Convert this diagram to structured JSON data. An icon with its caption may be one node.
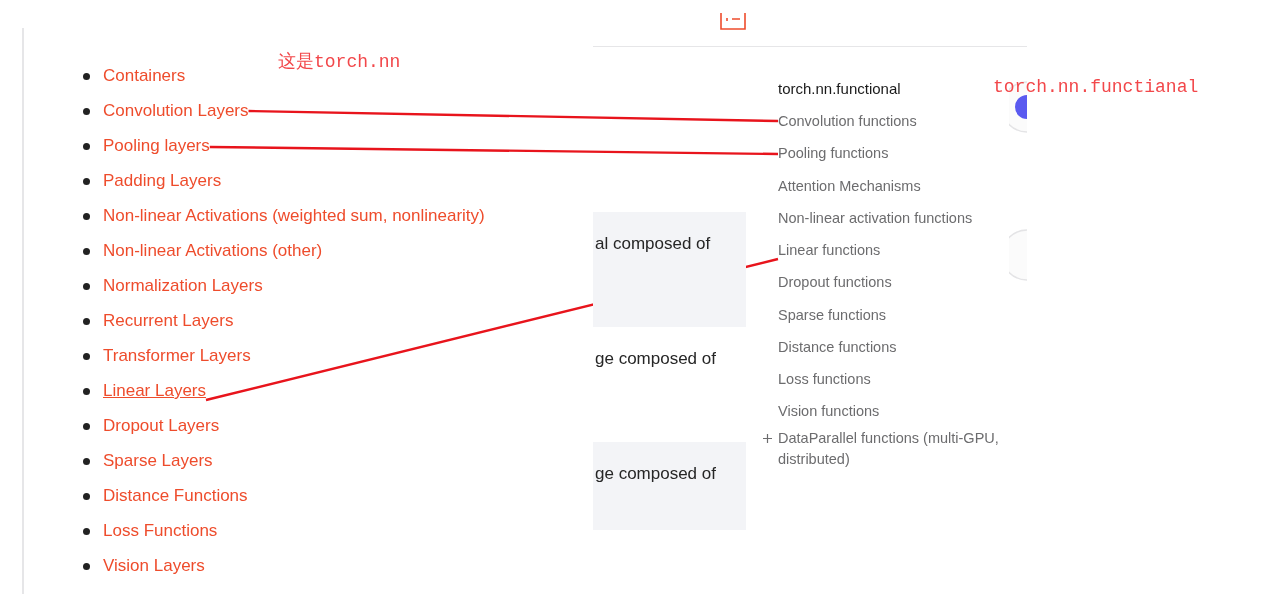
{
  "diagram": {
    "nodes": [
      {
        "text": [
          "Convolution Layers"
        ]
      },
      {
        "text": [
          "Pooling layers"
        ]
      },
      {
        "text": [
          "Linear Layers"
        ]
      },
      {
        "text": [
          "Convolution functions"
        ]
      },
      {
        "text": [
          "Pooling functions"
        ]
      },
      {
        "text": [
          "Linear functions"
        ]
      }
    ],
    "edges": [
      {
        "from": 0,
        "to": 3,
        "arrow": "none"
      },
      {
        "from": 1,
        "to": 4,
        "arrow": "none"
      },
      {
        "from": 2,
        "to": 5,
        "arrow": "none"
      }
    ],
    "labels": [
      "这是torch.nn",
      "torch.nn.functional",
      "torch.nn.functianal",
      "Containers",
      "Padding Layers",
      "Non-linear Activations (weighted sum, nonlinearity)",
      "Non-linear Activations (other)",
      "Normalization Layers",
      "Recurrent Layers",
      "Transformer Layers",
      "Dropout Layers",
      "Sparse Layers",
      "Distance Functions",
      "Loss Functions",
      "Vision Layers",
      "al composed of",
      "ge composed of",
      "ge composed of",
      "Attention Mechanisms",
      "Non-linear activation functions",
      "Dropout functions",
      "Sparse functions",
      "Distance functions",
      "Loss functions",
      "Vision functions",
      "DataParallel functions (multi-GPU, distributed)"
    ]
  }
}
